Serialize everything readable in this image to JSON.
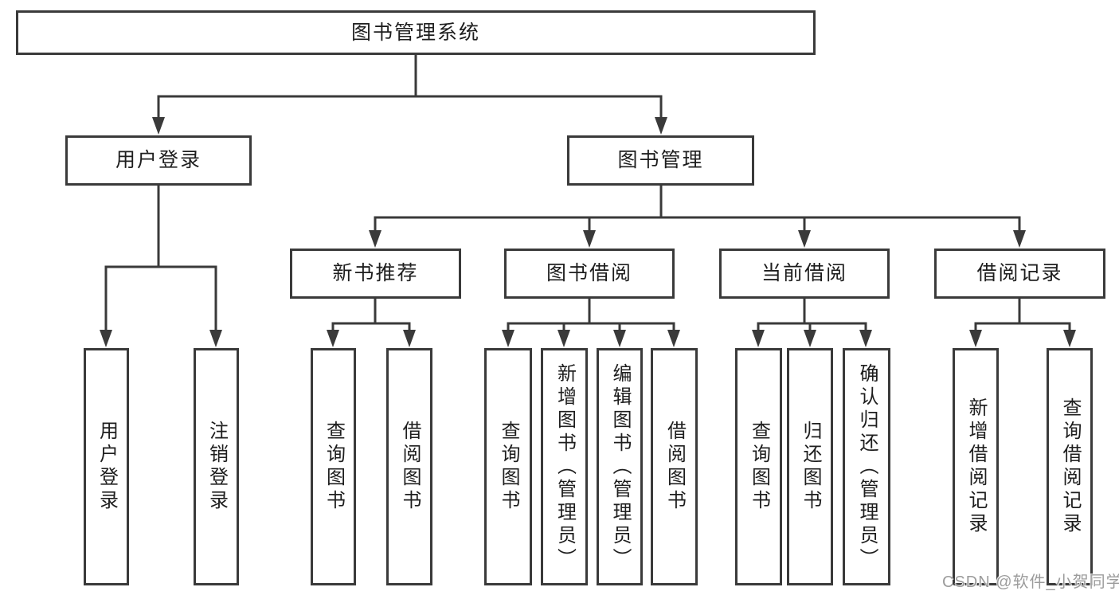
{
  "colors": {
    "line": "#3a3a3a",
    "box_border": "#3a3a3a",
    "box_background": "#ffffff",
    "text": "#1e1e1e",
    "page_background": "#ffffff",
    "watermark": "#9c9c9c"
  },
  "tree": {
    "label": "图书管理系统",
    "children": [
      {
        "label": "用户登录",
        "children": [
          {
            "label": "用户登录"
          },
          {
            "label": "注销登录"
          }
        ]
      },
      {
        "label": "图书管理",
        "children": [
          {
            "label": "新书推荐",
            "children": [
              {
                "label": "查询图书"
              },
              {
                "label": "借阅图书"
              }
            ]
          },
          {
            "label": "图书借阅",
            "children": [
              {
                "label": "查询图书"
              },
              {
                "label": "新增图书（管理员）"
              },
              {
                "label": "编辑图书（管理员）"
              },
              {
                "label": "借阅图书"
              }
            ]
          },
          {
            "label": "当前借阅",
            "children": [
              {
                "label": "查询图书"
              },
              {
                "label": "归还图书"
              },
              {
                "label": "确认归还（管理员）"
              }
            ]
          },
          {
            "label": "借阅记录",
            "children": [
              {
                "label": "新增借阅记录"
              },
              {
                "label": "查询借阅记录"
              }
            ]
          }
        ]
      }
    ]
  },
  "watermark": {
    "text": "CSDN @软件_小贺同学"
  }
}
